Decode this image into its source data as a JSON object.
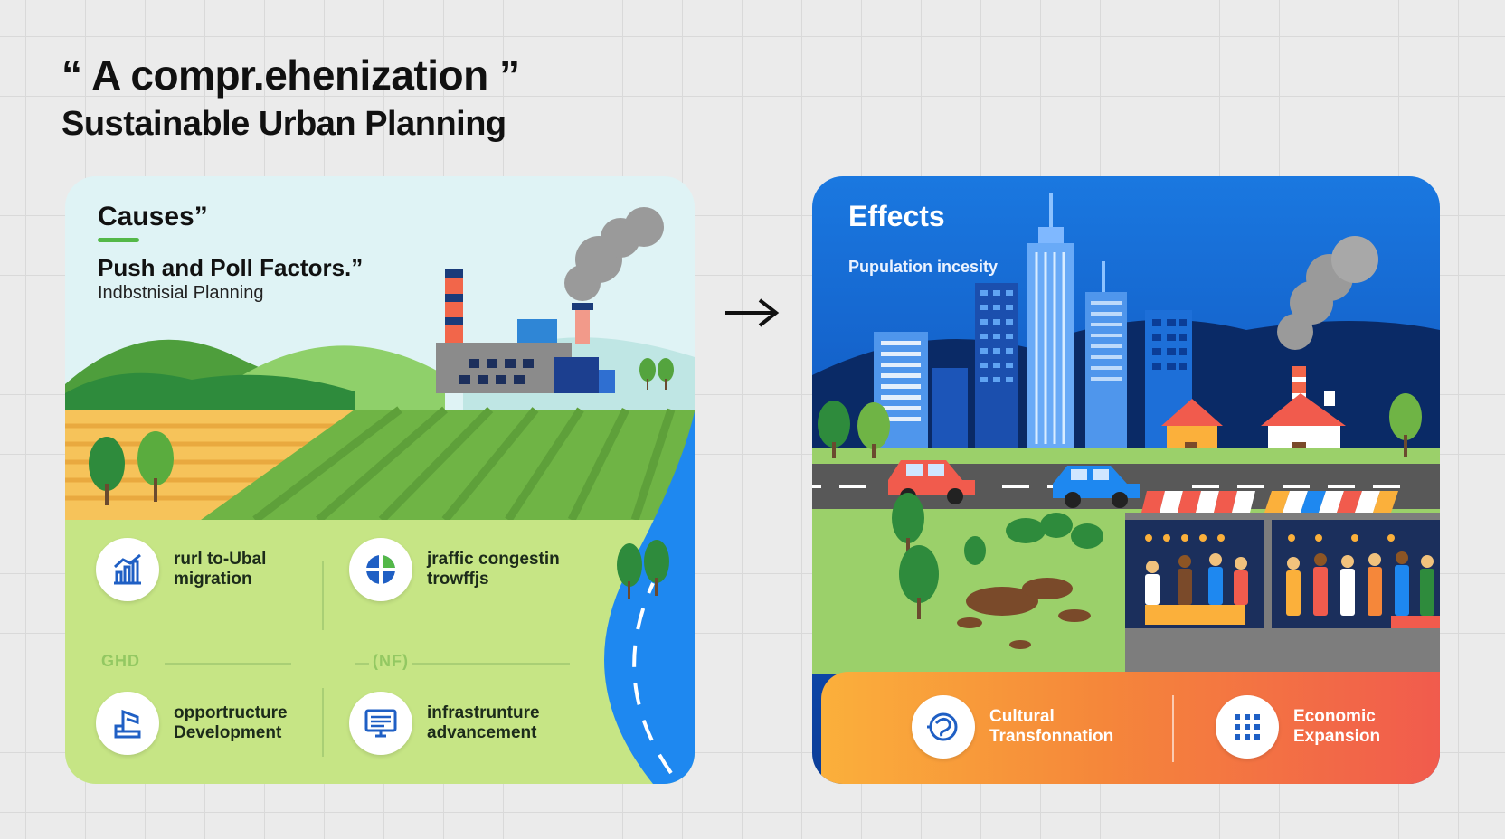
{
  "title": {
    "line1": "“ A compr.ehenization ”",
    "line2": "Sustainable Urban Planning"
  },
  "causes": {
    "heading": "Causes”",
    "subheading": "Push and Poll Factors.”",
    "subtitle": "Indbstnisial Planning",
    "factors": [
      {
        "label": "rurl to-Ubal migration",
        "icon": "bar-chart-icon"
      },
      {
        "label": "jraffic congestin trowffjs",
        "icon": "compass-icon"
      },
      {
        "label": "opportructure Development",
        "icon": "music-note-icon"
      },
      {
        "label": "infrastrunture advancement",
        "icon": "monitor-icon"
      }
    ],
    "separator_left": "GHD",
    "separator_right": "(NF)"
  },
  "effects": {
    "heading": "Effects",
    "subheading": "Pupulation incesity",
    "factors": [
      {
        "label": "Cultural Transfonnation",
        "icon": "globe-icon"
      },
      {
        "label": "Economic Expansion",
        "icon": "grid-icon"
      }
    ]
  },
  "colors": {
    "causes_accent": "#54b848",
    "effects_blue": "#1565d8",
    "river": "#1e88f0",
    "strip_orange": "#f5873a"
  }
}
